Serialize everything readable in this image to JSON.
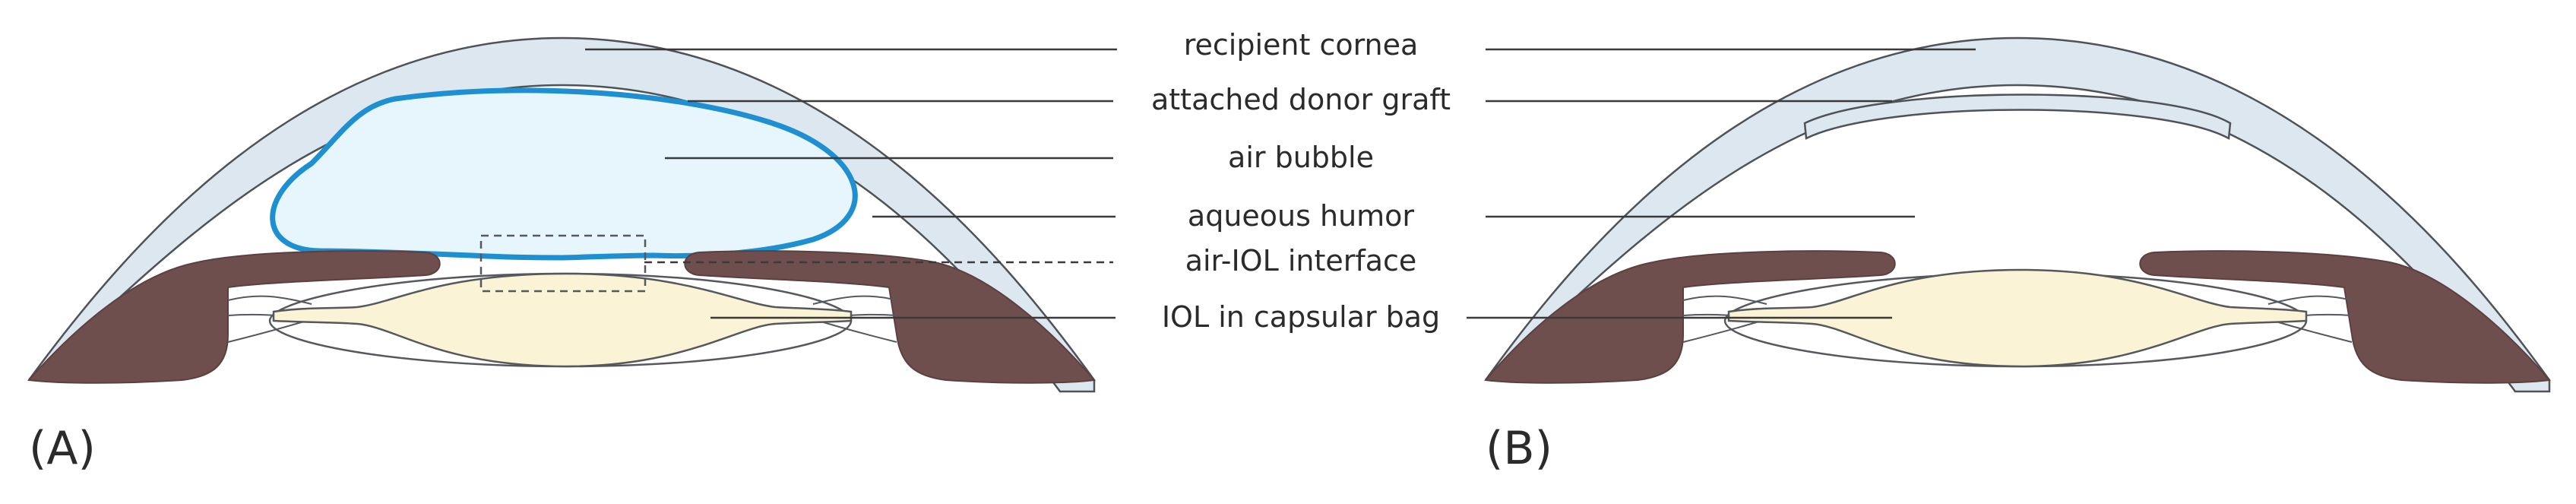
{
  "panels": {
    "a": "(A)",
    "b": "(B)"
  },
  "labels": {
    "recipient_cornea": "recipient cornea",
    "donor_graft": "attached donor graft",
    "air_bubble": "air bubble",
    "aqueous_humor": "aqueous humor",
    "air_iol_interface": "air-IOL interface",
    "iol_capsular_bag": "IOL in capsular bag"
  },
  "colors": {
    "cornea": "#dde7f0",
    "iris": "#6e4f4d",
    "air_bubble_fill": "#e6f6fc",
    "air_bubble_outline": "#1e90d2",
    "iol": "#fbf3d6",
    "outline": "#55585c"
  }
}
